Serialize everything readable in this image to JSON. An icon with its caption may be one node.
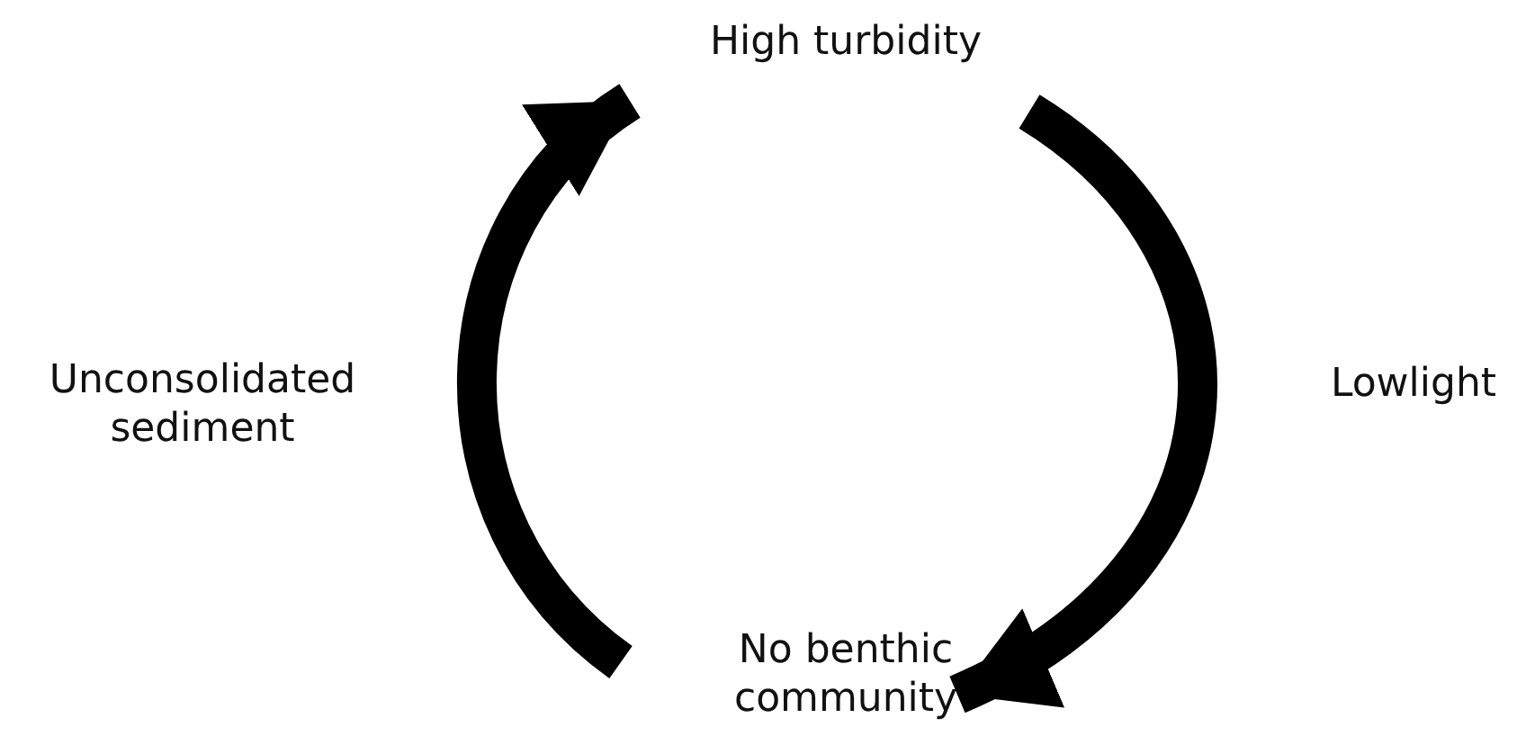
{
  "diagram": {
    "nodes": [
      {
        "text": [
          "High turbidity"
        ]
      },
      {
        "text": [
          "No benthic community"
        ]
      }
    ],
    "edges": [
      {
        "from": 0,
        "to": 1,
        "arrow": "to",
        "label": "Lowlight"
      },
      {
        "from": 1,
        "to": 0,
        "arrow": "to",
        "label": "Unconsolidated sediment"
      }
    ]
  }
}
